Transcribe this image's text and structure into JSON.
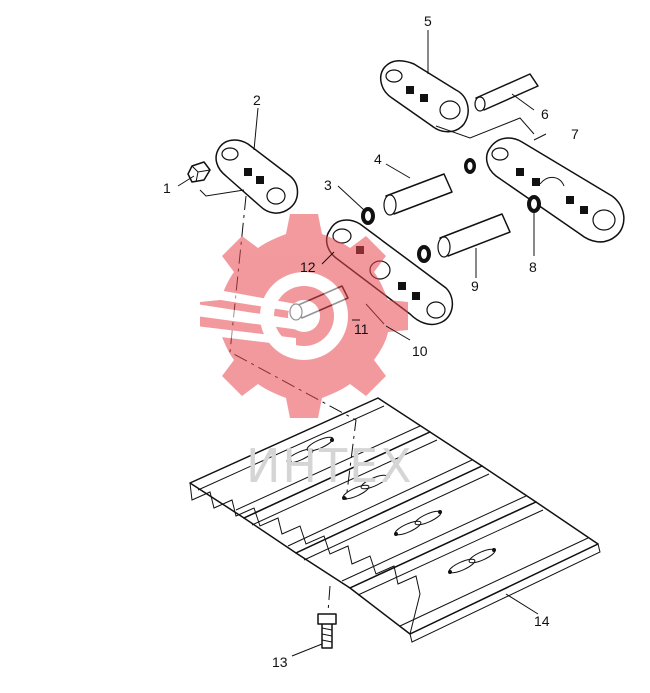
{
  "labels": {
    "p1": "1",
    "p2": "2",
    "p3": "3",
    "p4": "4",
    "p5": "5",
    "p6": "6",
    "p7": "7",
    "p8": "8",
    "p9": "9",
    "p10": "10",
    "p11": "11",
    "p12": "12",
    "p13": "13",
    "p14": "14"
  },
  "watermark": {
    "text": "ИНТЕХ",
    "color": "#e8474f"
  },
  "colors": {
    "line": "#111111",
    "watermark": "#f4a6a8"
  }
}
